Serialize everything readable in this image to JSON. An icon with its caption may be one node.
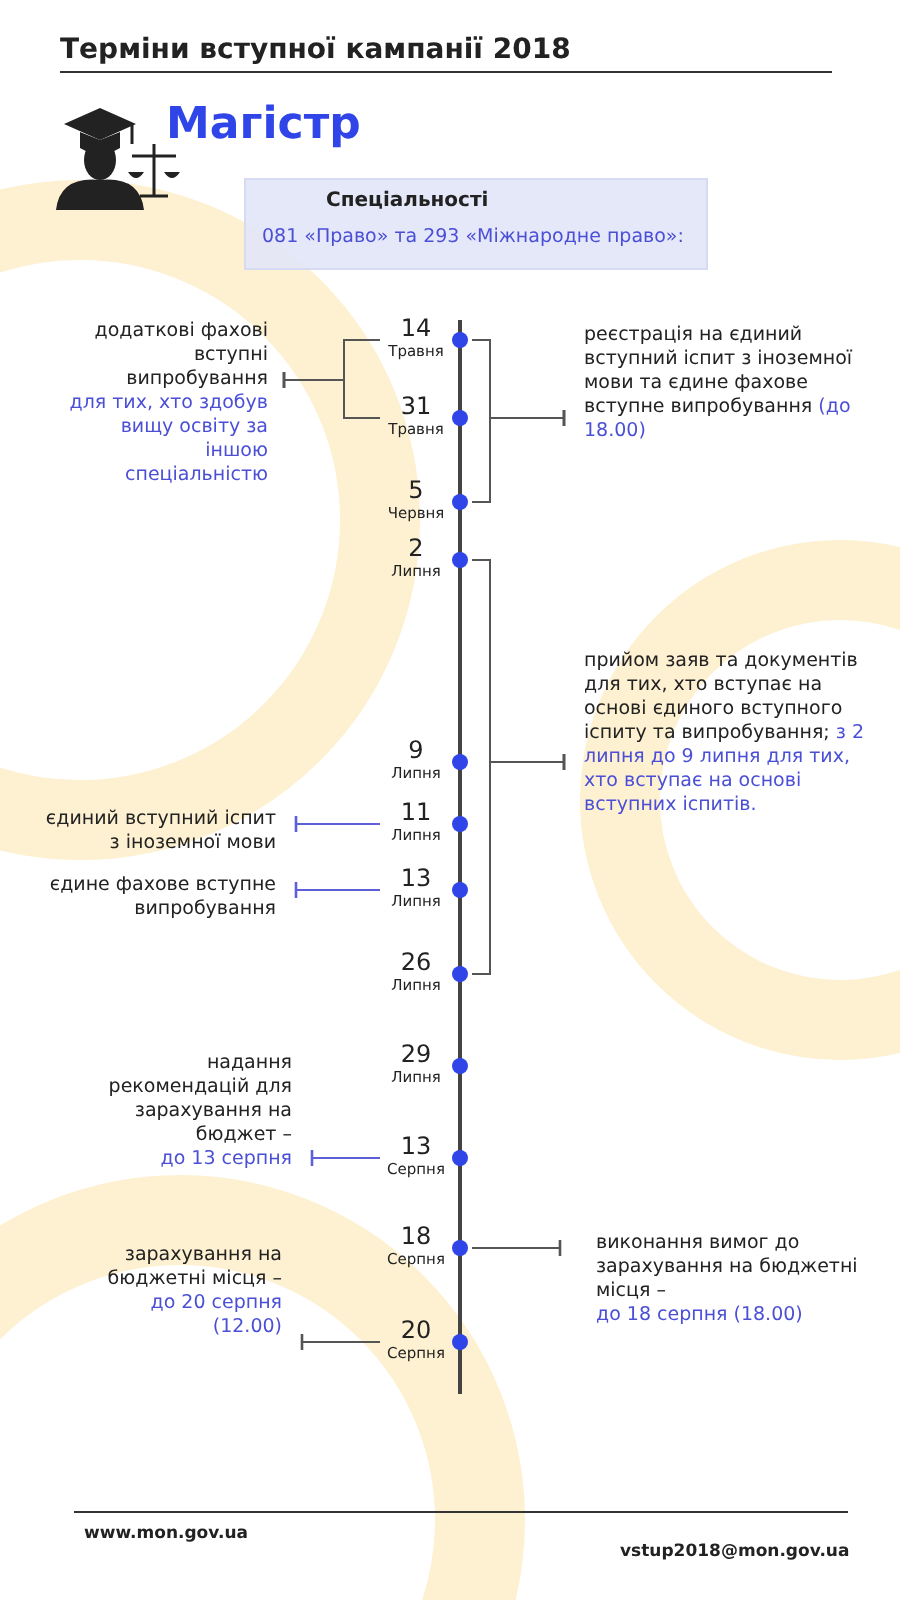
{
  "diagram": {
    "title": "Терміни вступної кампанії 2018",
    "nodes": [
      {
        "text": [
          "Спеціальності",
          "081 «Право» та 293 «Міжнародне право»:"
        ]
      },
      {
        "text": [
          "додаткові фахові вступні випробування",
          "для тих, хто здобув вищу освіту за іншою спеціальністю"
        ]
      },
      {
        "text": [
          "14",
          "Травня"
        ]
      },
      {
        "text": [
          "реєстрація на єдиний вступний іспит з іноземної мови та єдине фахове вступне випробування",
          "(до 18.00)"
        ]
      },
      {
        "text": [
          "31",
          "Травня"
        ]
      },
      {
        "text": [
          "5",
          "Червня"
        ]
      },
      {
        "text": [
          "2",
          "Липня"
        ]
      },
      {
        "text": [
          "9",
          "Липня"
        ]
      },
      {
        "text": [
          "прийом заяв та документів для тих, хто вступає на основі єдиного вступного іспиту та випробування;",
          "з 2 липня до 9 липня для тих, хто вступає на основі вступних іспитів."
        ]
      },
      {
        "text": [
          "єдиний вступний іспит з іноземної мови"
        ]
      },
      {
        "text": [
          "11",
          "Липня"
        ]
      },
      {
        "text": [
          "єдине фахове вступне випробування"
        ]
      },
      {
        "text": [
          "13",
          "Липня"
        ]
      },
      {
        "text": [
          "26",
          "Липня"
        ]
      },
      {
        "text": [
          "29",
          "Липня"
        ]
      },
      {
        "text": [
          "надання рекомендацій для зарахування на бюджет –",
          "до 13 серпня"
        ]
      },
      {
        "text": [
          "13",
          "Серпня"
        ]
      },
      {
        "text": [
          "18",
          "Серпня"
        ]
      },
      {
        "text": [
          "виконання вимог до зарахування на бюджетні місця –",
          "до 18 серпня (18.00)"
        ]
      },
      {
        "text": [
          "зарахування на бюджетні місця –",
          "до 20 серпня (12.00)"
        ]
      },
      {
        "text": [
          "20",
          "Серпня"
        ]
      }
    ],
    "edges": [
      {
        "from": 1,
        "to": 2,
        "arrow": "other"
      },
      {
        "from": 1,
        "to": 4,
        "arrow": "other"
      },
      {
        "from": 3,
        "to": 2,
        "arrow": "other"
      },
      {
        "from": 3,
        "to": 5,
        "arrow": "other"
      },
      {
        "from": 8,
        "to": 6,
        "arrow": "other"
      },
      {
        "from": 8,
        "to": 13,
        "arrow": "other"
      },
      {
        "from": 9,
        "to": 10,
        "arrow": "other",
        "color": "#5c5fd8"
      },
      {
        "from": 11,
        "to": 12,
        "arrow": "other",
        "color": "#5c5fd8"
      },
      {
        "from": 15,
        "to": 16,
        "arrow": "other",
        "color": "#5c5fd8"
      },
      {
        "from": 18,
        "to": 17,
        "arrow": "other"
      },
      {
        "from": 19,
        "to": 20,
        "arrow": "other"
      }
    ],
    "labels": [
      "Магістр",
      "www.mon.gov.ua",
      "vstup2018@mon.gov.ua"
    ]
  }
}
